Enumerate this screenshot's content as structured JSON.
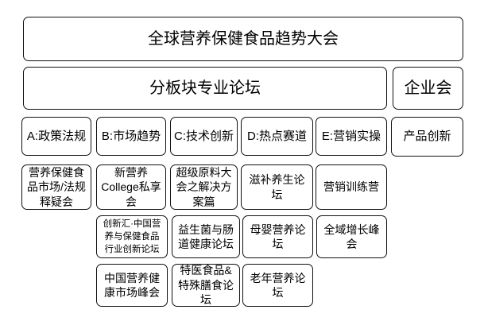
{
  "page": {
    "background_color": "#ffffff",
    "box_fill_color": "#ffffff",
    "box_border_color": "#111111",
    "text_color": "#000000"
  },
  "diagram": {
    "title": "全球营养保健食品趋势大会",
    "subforum": {
      "label": "分板块专业论坛"
    },
    "enterprise": {
      "label": "企业会"
    },
    "product_innovation": {
      "label": "产品创新"
    },
    "tracks": [
      {
        "id": "A",
        "label": "A:政策法规",
        "sessions": [
          "营养保健食\n品市场/法规\n释疑会"
        ]
      },
      {
        "id": "B",
        "label": "B:市场趋势",
        "sessions": [
          "新营养\nCollege私享\n会",
          "创新汇·中国营\n养与保健食品\n行业创新论坛",
          "中国营养健\n康市场峰会"
        ]
      },
      {
        "id": "C",
        "label": "C:技术创新",
        "sessions": [
          "超级原料大\n会之解决方\n案篇",
          "益生菌与肠\n道健康论坛",
          "特医食品&\n特殊膳食论\n坛"
        ]
      },
      {
        "id": "D",
        "label": "D:热点赛道",
        "sessions": [
          "滋补养生论\n坛",
          "母婴营养论\n坛",
          "老年营养论\n坛"
        ]
      },
      {
        "id": "E",
        "label": "E:营销实操",
        "sessions": [
          "营销训练营",
          "全域增长峰\n会"
        ]
      }
    ]
  }
}
